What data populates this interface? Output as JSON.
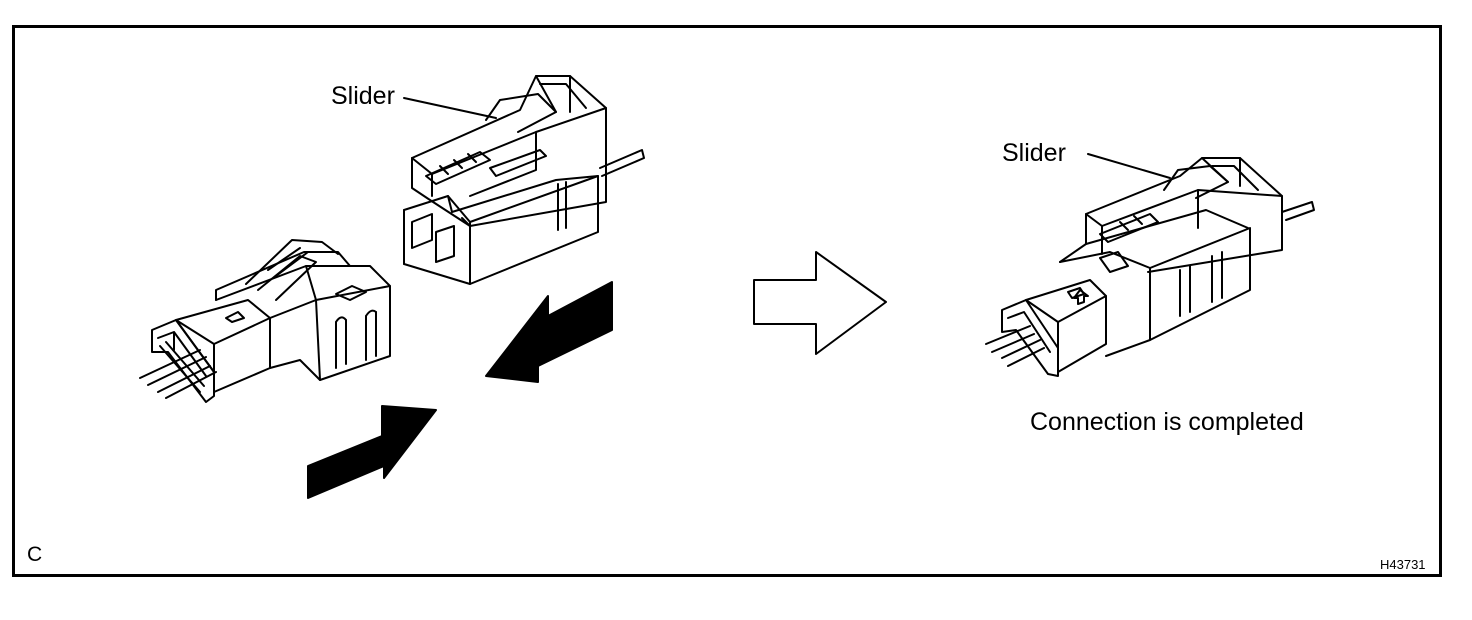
{
  "labels": {
    "slider_left": "Slider",
    "slider_right": "Slider",
    "caption": "Connection is completed",
    "corner": "C",
    "figure_id": "H43731"
  },
  "colors": {
    "line": "#000000",
    "background": "#ffffff",
    "fill_arrow": "#000000"
  },
  "icons": [
    "male-connector-icon",
    "female-connector-icon",
    "push-arrow-icon",
    "result-arrow-icon",
    "mated-connector-icon"
  ]
}
